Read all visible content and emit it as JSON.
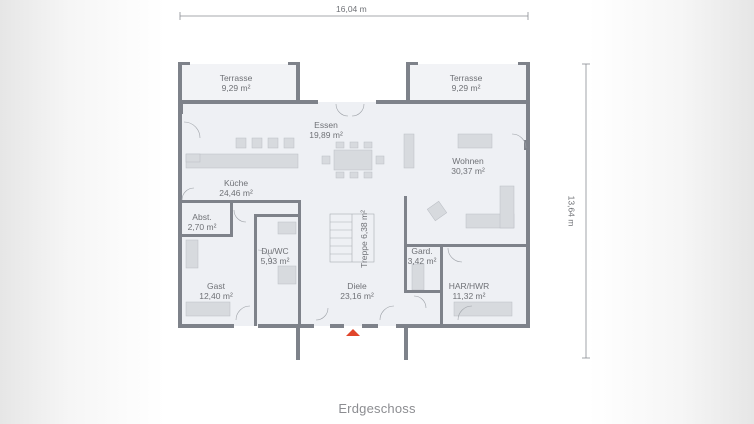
{
  "dimensions": {
    "width": "16,04 m",
    "depth": "13,64 m"
  },
  "rooms": {
    "terrasse_left": {
      "name": "Terrasse",
      "area": "9,29 m²"
    },
    "terrasse_right": {
      "name": "Terrasse",
      "area": "9,29 m²"
    },
    "essen": {
      "name": "Essen",
      "area": "19,89 m²"
    },
    "wohnen": {
      "name": "Wohnen",
      "area": "30,37 m²"
    },
    "kueche": {
      "name": "Küche",
      "area": "24,46 m²"
    },
    "abst": {
      "name": "Abst.",
      "area": "2,70 m²"
    },
    "du_wc": {
      "name": "Du/WC",
      "area": "5,93 m²"
    },
    "treppe": {
      "name": "Treppe",
      "area": "6,38 m²"
    },
    "gard": {
      "name": "Gard.",
      "area": "3,42 m²"
    },
    "gast": {
      "name": "Gast",
      "area": "12,40 m²"
    },
    "diele": {
      "name": "Diele",
      "area": "23,16 m²"
    },
    "har_hwr": {
      "name": "HAR/HWR",
      "area": "11,32 m²"
    }
  },
  "caption": "Erdgeschoss",
  "colors": {
    "wall": "#7e828a",
    "floor": "#eef0f4",
    "furniture": "#d7dade",
    "entrance_marker": "#e0452b",
    "text": "#6f7176"
  }
}
